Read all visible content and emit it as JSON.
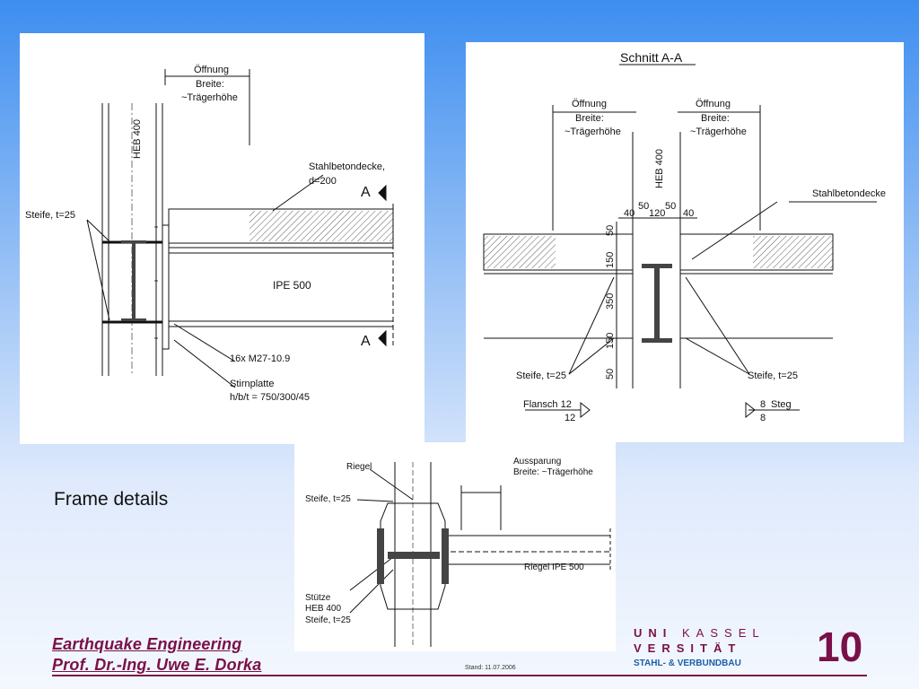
{
  "panel1": {
    "column": "HEB 400",
    "opening_title": "Öffnung",
    "opening_width": "Breite:",
    "opening_height": "~Trägerhöhe",
    "slab": "Stahlbetondecke,",
    "slab_thk": "d=200",
    "stiffener": "Steife, t=25",
    "beam": "IPE 500",
    "bolts": "16x M27-10.9",
    "plate": "Stirnplatte",
    "plate_dims": "h/b/t = 750/300/45",
    "section_mark": "A"
  },
  "panel2": {
    "title": "Schnitt A-A",
    "opening_title": "Öffnung",
    "opening_width": "Breite:",
    "opening_height": "~Trägerhöhe",
    "column": "HEB 400",
    "slab": "Stahlbetondecke",
    "dims_top": [
      "40",
      "50",
      "120",
      "50",
      "40"
    ],
    "dims_left": [
      "50",
      "150",
      "350",
      "150",
      "50"
    ],
    "stiffener_left": "Steife, t=25",
    "stiffener_right": "Steife, t=25",
    "flange_label": "Flansch 12",
    "flange_num": "12",
    "web_label": "Steg",
    "web_num_top": "8",
    "web_num_bottom": "8"
  },
  "panel3": {
    "beam_label": "Riegel",
    "stiffener_top": "Steife, t=25",
    "cutout": "Aussparung",
    "cutout_width": "Breite: ~Trägerhöhe",
    "beam_section": "Riegel IPE 500",
    "column_label": "Stütze",
    "column_section": "HEB 400",
    "stiffener_bottom": "Steife, t=25"
  },
  "caption": "Frame details",
  "footer": {
    "course": "Earthquake Engineering",
    "author": "Prof. Dr.-Ing. Uwe E. Dorka",
    "stand": "Stand: 11.07.2006",
    "page_number": "10"
  },
  "logo": {
    "line1_a": "UNI",
    "line1_b": "KASSEL",
    "line2": "VERSITÄT",
    "line3": "STAHL- & VERBUNDBAU"
  },
  "colors": {
    "accent": "#7a1048",
    "logo_blue": "#1a5fa8"
  }
}
